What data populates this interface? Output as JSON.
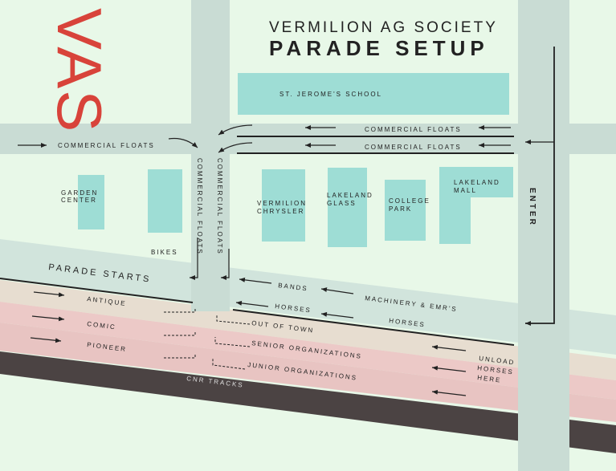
{
  "title": {
    "line1": "VERMILION AG SOCIETY",
    "line2": "PARADE SETUP",
    "logo_text": "VAS"
  },
  "colors": {
    "background": "#e8f8e8",
    "road": "#c9dcd4",
    "building": "#9eddd5",
    "lane_beige": "#e7ddd0",
    "lane_pink": "#ecc9c7",
    "tracks": "#4b4343",
    "logo_red": "#d8433a",
    "ink": "#222222"
  },
  "buildings": {
    "school": "ST. JEROME'S SCHOOL",
    "garden_center": [
      "GARDEN",
      "CENTER"
    ],
    "vermilion_chrysler": [
      "VERMILION",
      "CHRYSLER"
    ],
    "lakeland_glass": [
      "LAKELAND",
      "GLASS"
    ],
    "college_park": [
      "COLLEGE",
      "PARK"
    ],
    "lakeland_mall": [
      "LAKELAND",
      "MALL"
    ]
  },
  "labels": {
    "commercial_floats": "COMMERCIAL FLOATS",
    "enter": "ENTER",
    "bikes": "BIKES",
    "parade_starts": "PARADE STARTS",
    "bands": "BANDS",
    "machinery": "MACHINERY & EMR'S",
    "horses": "HORSES",
    "antique": "ANTIQUE",
    "comic": "COMIC",
    "pioneer": "PIONEER",
    "out_of_town": "OUT OF TOWN",
    "senior_orgs": "SENIOR ORGANIZATIONS",
    "junior_orgs": "JUNIOR ORGANIZATIONS",
    "cnr_tracks": "CNR TRACKS",
    "unload_horses": [
      "UNLOAD",
      "HORSES",
      "HERE"
    ]
  }
}
